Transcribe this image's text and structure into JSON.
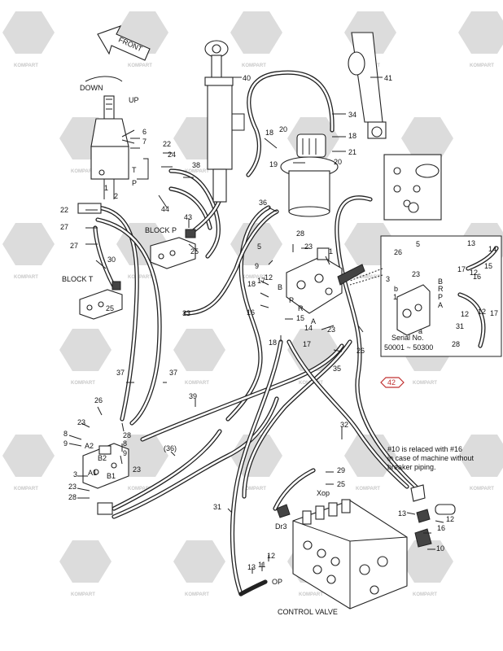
{
  "watermark": {
    "brand": "KOMPART",
    "repeat": 30
  },
  "direction": {
    "label": "FRONT"
  },
  "pedal": {
    "down": "DOWN",
    "up": "UP",
    "port_t": "T",
    "port_p": "P"
  },
  "blocks": {
    "block_p": "BLOCK P",
    "block_t": "BLOCK T"
  },
  "valve_ports": {
    "b": "B",
    "p": "P",
    "r": "R",
    "a": "A",
    "a2": "A2",
    "b2": "B2",
    "a1": "A1",
    "b1": "B1",
    "dr3": "Dr3",
    "xop": "Xop",
    "op": "OP"
  },
  "inset": {
    "serial_label": "Serial No.",
    "serial_range": "50001 ~ 50300",
    "port_b": "b",
    "port_a": "a",
    "port_r": "R",
    "port_p": "P",
    "port_b2": "B",
    "port_a2": "A"
  },
  "note": {
    "line1": "#10 is relaced with #16",
    "line2": "in case of machine without",
    "line3": "breaker piping."
  },
  "control_valve": {
    "label": "CONTROL VALVE"
  },
  "callout": {
    "label": "42"
  },
  "part_numbers": [
    {
      "id": "n40",
      "text": "40"
    },
    {
      "id": "n41",
      "text": "41"
    },
    {
      "id": "n34",
      "text": "34"
    },
    {
      "id": "n18a",
      "text": "18"
    },
    {
      "id": "n20a",
      "text": "20"
    },
    {
      "id": "n18b",
      "text": "18"
    },
    {
      "id": "n21",
      "text": "21"
    },
    {
      "id": "n19",
      "text": "19"
    },
    {
      "id": "n20b",
      "text": "20"
    },
    {
      "id": "n6",
      "text": "6"
    },
    {
      "id": "n7",
      "text": "7"
    },
    {
      "id": "n22a",
      "text": "22"
    },
    {
      "id": "n24",
      "text": "24"
    },
    {
      "id": "n38",
      "text": "38"
    },
    {
      "id": "n44",
      "text": "44"
    },
    {
      "id": "n1a",
      "text": "1"
    },
    {
      "id": "n2a",
      "text": "2"
    },
    {
      "id": "n22b",
      "text": "22"
    },
    {
      "id": "n27a",
      "text": "27"
    },
    {
      "id": "n27b",
      "text": "27"
    },
    {
      "id": "n43",
      "text": "43"
    },
    {
      "id": "n25a",
      "text": "25"
    },
    {
      "id": "n36",
      "text": "36"
    },
    {
      "id": "n30",
      "text": "30"
    },
    {
      "id": "n25b",
      "text": "25"
    },
    {
      "id": "n5",
      "text": "5"
    },
    {
      "id": "n28a",
      "text": "28"
    },
    {
      "id": "n23a",
      "text": "23"
    },
    {
      "id": "n1b",
      "text": "1"
    },
    {
      "id": "n9a",
      "text": "9"
    },
    {
      "id": "n18c",
      "text": "18"
    },
    {
      "id": "n17a",
      "text": "17"
    },
    {
      "id": "n12a",
      "text": "12"
    },
    {
      "id": "n16",
      "text": "16"
    },
    {
      "id": "n33",
      "text": "33"
    },
    {
      "id": "n15",
      "text": "15"
    },
    {
      "id": "n14",
      "text": "14"
    },
    {
      "id": "n23b",
      "text": "23"
    },
    {
      "id": "n26a",
      "text": "26"
    },
    {
      "id": "n18d",
      "text": "18"
    },
    {
      "id": "n17b",
      "text": "17"
    },
    {
      "id": "n35",
      "text": "35"
    },
    {
      "id": "n37a",
      "text": "37"
    },
    {
      "id": "n37b",
      "text": "37"
    },
    {
      "id": "n39",
      "text": "39"
    },
    {
      "id": "n26b",
      "text": "26"
    },
    {
      "id": "n23c",
      "text": "23"
    },
    {
      "id": "n8a",
      "text": "8"
    },
    {
      "id": "n9b",
      "text": "9"
    },
    {
      "id": "n28b",
      "text": "28"
    },
    {
      "id": "n8b",
      "text": "8"
    },
    {
      "id": "n9c",
      "text": "9"
    },
    {
      "id": "n23d",
      "text": "23"
    },
    {
      "id": "n36b",
      "text": "(36)"
    },
    {
      "id": "n3",
      "text": "3"
    },
    {
      "id": "n23e",
      "text": "23"
    },
    {
      "id": "n28c",
      "text": "28"
    },
    {
      "id": "n32",
      "text": "32"
    },
    {
      "id": "n29",
      "text": "29"
    },
    {
      "id": "n25c",
      "text": "25"
    },
    {
      "id": "n31",
      "text": "31"
    },
    {
      "id": "n13a",
      "text": "13"
    },
    {
      "id": "n12b",
      "text": "12"
    },
    {
      "id": "n16b",
      "text": "16"
    },
    {
      "id": "n10",
      "text": "10"
    },
    {
      "id": "n12c",
      "text": "12"
    },
    {
      "id": "n13b",
      "text": "13"
    },
    {
      "id": "n11",
      "text": "11"
    },
    {
      "id": "i26",
      "text": "26"
    },
    {
      "id": "i23",
      "text": "23"
    },
    {
      "id": "i5",
      "text": "5"
    },
    {
      "id": "i3",
      "text": "3"
    },
    {
      "id": "i13",
      "text": "13"
    },
    {
      "id": "i14",
      "text": "14"
    },
    {
      "id": "i15",
      "text": "15"
    },
    {
      "id": "i17a",
      "text": "17"
    },
    {
      "id": "i12a",
      "text": "12"
    },
    {
      "id": "i16",
      "text": "16"
    },
    {
      "id": "i12b",
      "text": "12"
    },
    {
      "id": "i1",
      "text": "1"
    },
    {
      "id": "i12c",
      "text": "12"
    },
    {
      "id": "i17b",
      "text": "17"
    },
    {
      "id": "i31",
      "text": "31"
    },
    {
      "id": "i28",
      "text": "28"
    }
  ]
}
